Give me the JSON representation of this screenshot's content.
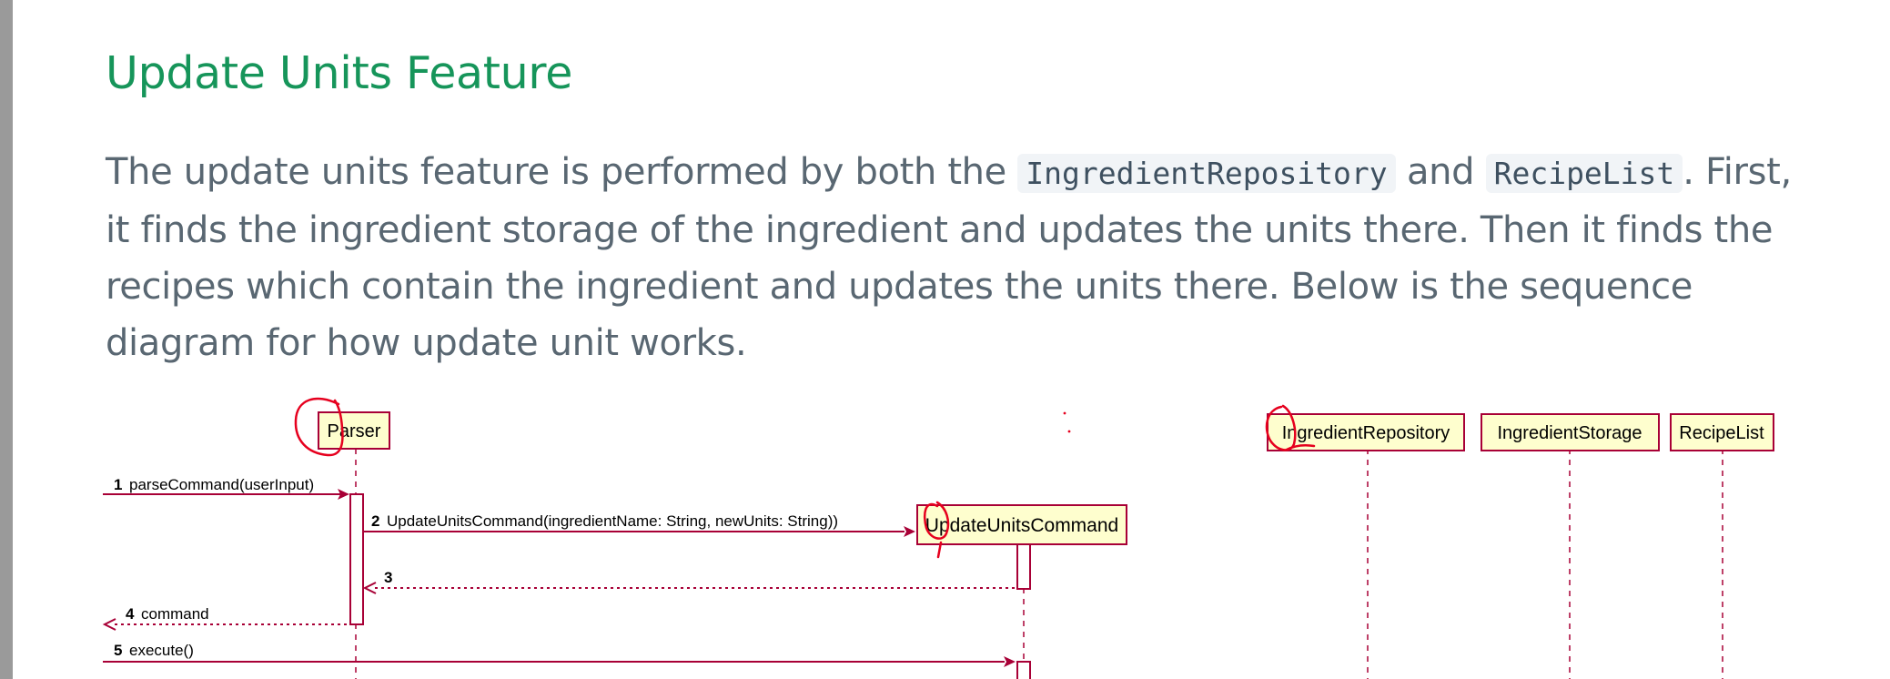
{
  "heading": "Update Units Feature",
  "paragraph": {
    "text_1": "The update units feature is performed by both the ",
    "code_1": "IngredientRepository",
    "text_2": " and ",
    "code_2": "RecipeList",
    "text_3": ". First, it finds the ingredient storage of the ingredient and updates the units there. Then it finds the recipes which contain the ingredient and updates the units there. Below is the sequence diagram for how update unit works."
  },
  "diagram": {
    "participants": {
      "parser": "Parser",
      "update_units_command": "UpdateUnitsCommand",
      "ingredient_repository": "IngredientRepository",
      "ingredient_storage": "IngredientStorage",
      "recipe_list": "RecipeList"
    },
    "messages": [
      {
        "number": "1",
        "label": "parseCommand(userInput)"
      },
      {
        "number": "2",
        "label": "UpdateUnitsCommand(ingredientName: String, newUnits: String))"
      },
      {
        "number": "3",
        "label": ""
      },
      {
        "number": "4",
        "label": "command"
      },
      {
        "number": "5",
        "label": "execute()"
      }
    ]
  },
  "colors": {
    "heading": "#16955a",
    "body_text": "#596772",
    "diagram_line": "#a80036",
    "participant_fill": "#fefece",
    "annotation_ink": "#e6001e"
  }
}
